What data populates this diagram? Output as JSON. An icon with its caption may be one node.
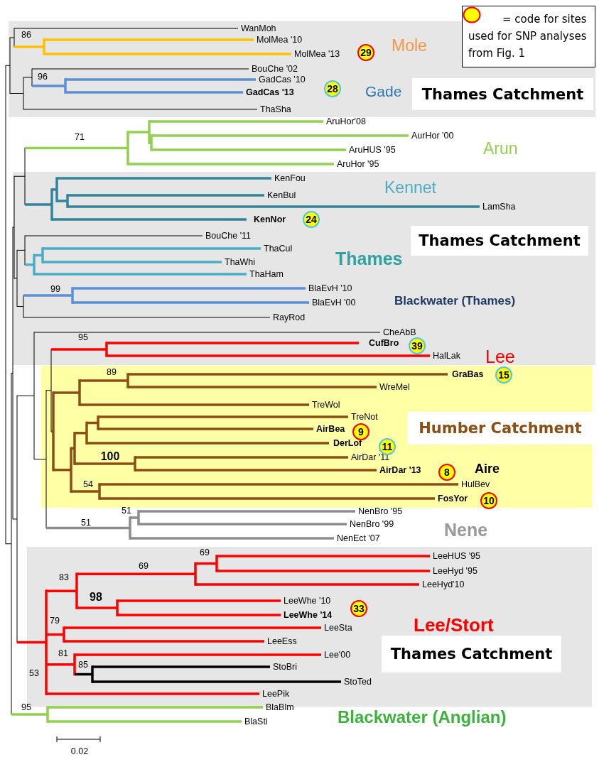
{
  "diagram": {
    "nodes": [
      {
        "text": [
          "29"
        ]
      },
      {
        "text": [
          "28"
        ]
      },
      {
        "text": [
          "Thames Catchment"
        ]
      },
      {
        "text": [
          "24"
        ]
      },
      {
        "text": [
          "Thames Catchment"
        ]
      },
      {
        "text": [
          "39"
        ]
      },
      {
        "text": [
          "15"
        ]
      },
      {
        "text": [
          "Humber Catchment"
        ]
      },
      {
        "text": [
          "9"
        ]
      },
      {
        "text": [
          "11"
        ]
      },
      {
        "text": [
          "8"
        ]
      },
      {
        "text": [
          "10"
        ]
      },
      {
        "text": [
          "33"
        ]
      },
      {
        "text": [
          "Thames Catchment"
        ]
      }
    ],
    "labels": [
      "WanMoh",
      "86",
      "MolMea '10",
      "Mole",
      "MolMea '13",
      "BouChe '02",
      "96",
      "GadCas '10",
      "Gade",
      "GadCas '13",
      "ThaSha",
      "AruHor'08",
      "71",
      "AurHor '00",
      "Arun",
      "AruHUS '95",
      "AruHor '95",
      "KenFou",
      "Kennet",
      "KenBul",
      "LamSha",
      "KenNor",
      "BouChe '11",
      "ThaCul",
      "Thames",
      "ThaWhi",
      "ThaHam",
      "99",
      "BlaEvH '10",
      "Blackwater (Thames)",
      "BlaEvH '00",
      "RayRod",
      "CheAbB",
      "95",
      "CufBro",
      "Lee",
      "HalLak",
      "89",
      "GraBas",
      "WreMel",
      "TreWol",
      "TreNot",
      "AirBea",
      "DerLof",
      "100",
      "AirDar '11",
      "Aire",
      "AirDar '13",
      "54",
      "HulBev",
      "FosYor",
      "51",
      "NenBro '95",
      "51",
      "NenBro '99",
      "Nene",
      "NenEct '07",
      "69",
      "LeeHUS '95",
      "83",
      "69",
      "LeeHyd '95",
      "LeeHyd'10",
      "98",
      "LeeWhe '10",
      "LeeWhe '14",
      "Lee/Stort",
      "79",
      "LeeSta",
      "LeeEss",
      "81",
      "Lee'00",
      "85",
      "StoBri",
      "53",
      "StoTed",
      "LeePik",
      "95",
      "BlaBlm",
      "Blackwater (Anglian)",
      "BlaSti",
      "0.02"
    ],
    "legend": [
      {
        "text": "= code for sites used for SNP analyses from Fig. 1"
      }
    ]
  }
}
